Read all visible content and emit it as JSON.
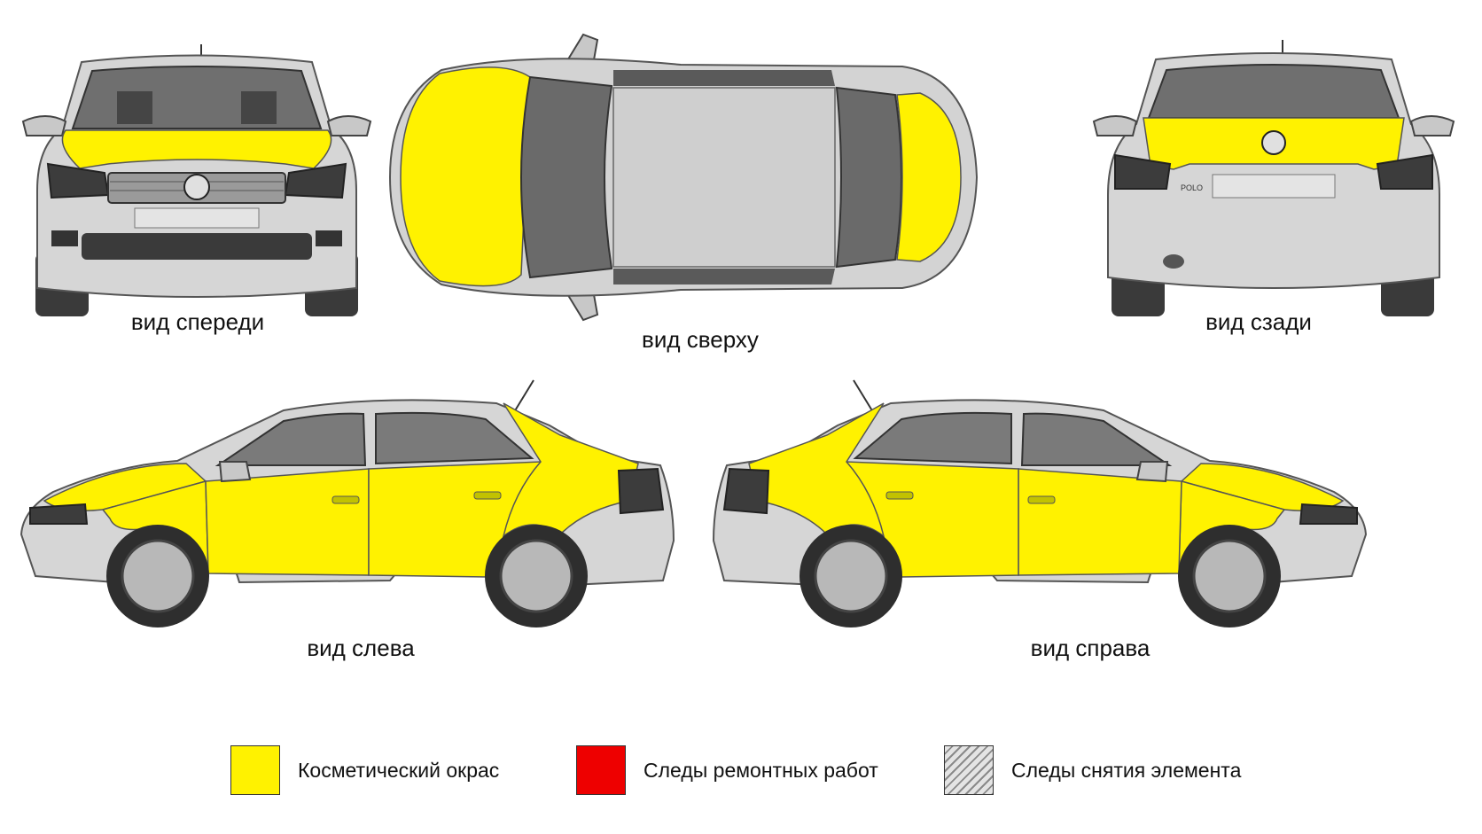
{
  "views": {
    "front": "вид спереди",
    "top": "вид сверху",
    "rear": "вид сзади",
    "left": "вид слева",
    "right": "вид справа"
  },
  "colors": {
    "cosmetic": "#fff200",
    "repair": "#ee0000",
    "body": "#d6d6d6",
    "body_dark": "#4a4a4a",
    "glass": "#7a7a7a"
  },
  "legend": [
    {
      "label": "Косметический окрас",
      "swatch": "yellow"
    },
    {
      "label": "Следы ремонтных работ",
      "swatch": "red"
    },
    {
      "label": "Следы снятия элемента",
      "swatch": "hatched"
    }
  ],
  "badges": {
    "rear_model": "POLO"
  }
}
